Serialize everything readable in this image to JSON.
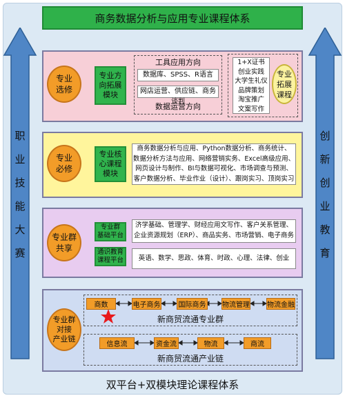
{
  "title": "商务数据分析与应用专业课程体系",
  "footer": "双平台+双模块理论课程体系",
  "left_arrow": [
    "职",
    "业",
    "技",
    "能",
    "大",
    "赛"
  ],
  "right_arrow": [
    "创",
    "新",
    "创",
    "业",
    "教",
    "育"
  ],
  "elective": {
    "oval": [
      "专业",
      "选修"
    ],
    "module": [
      "专业方",
      "向拓展",
      "模块"
    ],
    "tool_title": "工具应用方向",
    "tool_items": "数据库、SPSS、R语言",
    "ops_items": "网店运营、供应链、商务谈判",
    "ops_title": "数据运营方向",
    "cert_list": [
      "1+X证书",
      "创业实践",
      "大学生礼仪",
      "品牌策划",
      "淘宝推广",
      "文案写作"
    ],
    "ext_oval": [
      "专业",
      "拓展",
      "课程"
    ]
  },
  "required": {
    "oval": [
      "专业",
      "必修"
    ],
    "module": [
      "专业核",
      "心课程",
      "模块"
    ],
    "lines": [
      "商务数据分析与应用、Python数据分析、商务统计、",
      "数据分析方法与应用、网络营销实务、Excel高级应用、",
      "网页设计与制作、BI与数据可视化、市场调查与预测、",
      "客户数据分析、毕业作业（设计）、跟岗实习、顶岗实习"
    ]
  },
  "group": {
    "oval": [
      "专业群",
      "共享"
    ],
    "module1": [
      "专业群",
      "基础平台"
    ],
    "module2": [
      "通识教育",
      "课程平台"
    ],
    "lines1": [
      "济学基础、管理学、财经应用文写作、客户关系管理、",
      "企业资源规划（ERP）、商品实务、市场营销、电子商务"
    ],
    "lines2": "英语、数学、思政、体育、时政、心理、法律、创业"
  },
  "industry": {
    "oval": [
      "专业群",
      "对接",
      "产业链"
    ],
    "majors": [
      "商数",
      "电子商务",
      "国际商务",
      "物流管理",
      "物流金融"
    ],
    "majors_title": "新商贸流通专业群",
    "flows": [
      "信息流",
      "资金流",
      "物流",
      "商流"
    ],
    "flows_title": "新商贸流通产业链",
    "colors": {
      "star": "#e8191b"
    }
  }
}
